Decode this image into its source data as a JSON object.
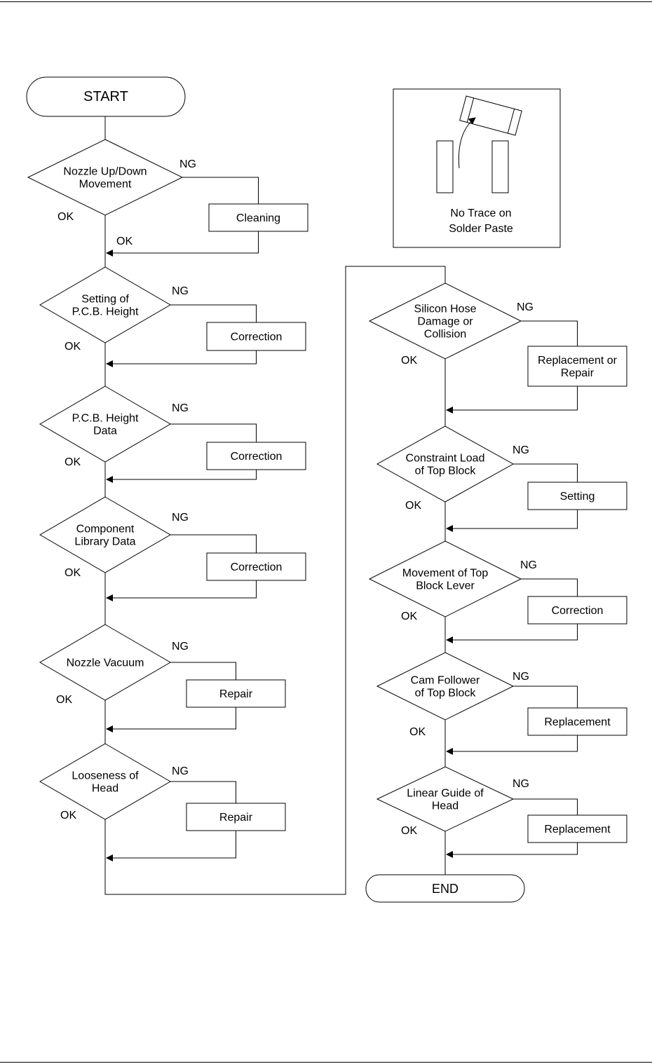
{
  "flow": {
    "start": "START",
    "end": "END",
    "ng": "NG",
    "ok": "OK",
    "left_column": [
      {
        "decision": [
          "Nozzle Up/Down",
          "Movement"
        ],
        "action": [
          "Cleaning"
        ],
        "merge_label": "OK"
      },
      {
        "decision": [
          "Setting of",
          "P.C.B. Height"
        ],
        "action": [
          "Correction"
        ]
      },
      {
        "decision": [
          "P.C.B. Height",
          "Data"
        ],
        "action": [
          "Correction"
        ]
      },
      {
        "decision": [
          "Component",
          "Library Data"
        ],
        "action": [
          "Correction"
        ]
      },
      {
        "decision": [
          "Nozzle Vacuum"
        ],
        "action": [
          "Repair"
        ]
      },
      {
        "decision": [
          "Looseness of",
          "Head"
        ],
        "action": [
          "Repair"
        ]
      }
    ],
    "right_column": [
      {
        "decision": [
          "Silicon Hose",
          "Damage or",
          "Collision"
        ],
        "action": [
          "Replacement or",
          "Repair"
        ]
      },
      {
        "decision": [
          "Constraint Load",
          "of Top Block"
        ],
        "action": [
          "Setting"
        ]
      },
      {
        "decision": [
          "Movement of Top",
          "Block Lever"
        ],
        "action": [
          "Correction"
        ]
      },
      {
        "decision": [
          "Cam Follower",
          "of Top Block"
        ],
        "action": [
          "Replacement"
        ]
      },
      {
        "decision": [
          "Linear Guide of",
          "Head"
        ],
        "action": [
          "Replacement"
        ]
      }
    ]
  },
  "inset": {
    "caption": [
      "No Trace on",
      "Solder Paste"
    ]
  }
}
